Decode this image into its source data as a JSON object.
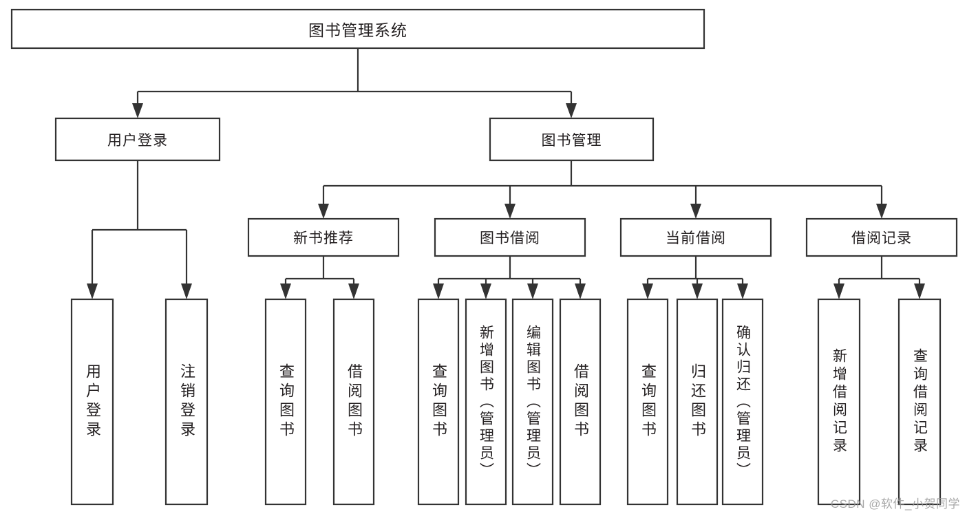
{
  "diagram": {
    "type": "tree",
    "title": "图书管理系统",
    "root": {
      "id": "root",
      "label": "图书管理系统"
    },
    "level2": [
      {
        "id": "user-login",
        "label": "用户登录"
      },
      {
        "id": "book-manage",
        "label": "图书管理"
      }
    ],
    "level3": [
      {
        "id": "new-book-recommend",
        "label": "新书推荐",
        "parent": "book-manage"
      },
      {
        "id": "book-borrow",
        "label": "图书借阅",
        "parent": "book-manage"
      },
      {
        "id": "current-borrow",
        "label": "当前借阅",
        "parent": "book-manage"
      },
      {
        "id": "borrow-record",
        "label": "借阅记录",
        "parent": "book-manage"
      }
    ],
    "leaves": [
      {
        "id": "leaf-user-login",
        "label": "用户登录",
        "parent": "user-login"
      },
      {
        "id": "leaf-logout",
        "label": "注销登录",
        "parent": "user-login"
      },
      {
        "id": "leaf-query-book-1",
        "label": "查询图书",
        "parent": "new-book-recommend"
      },
      {
        "id": "leaf-borrow-book-1",
        "label": "借阅图书",
        "parent": "new-book-recommend"
      },
      {
        "id": "leaf-query-book-2",
        "label": "查询图书",
        "parent": "book-borrow"
      },
      {
        "id": "leaf-add-book",
        "label": "新增图书（管理员）",
        "parent": "book-borrow"
      },
      {
        "id": "leaf-edit-book",
        "label": "编辑图书（管理员）",
        "parent": "book-borrow"
      },
      {
        "id": "leaf-borrow-book-2",
        "label": "借阅图书",
        "parent": "book-borrow"
      },
      {
        "id": "leaf-query-book-3",
        "label": "查询图书",
        "parent": "current-borrow"
      },
      {
        "id": "leaf-return-book",
        "label": "归还图书",
        "parent": "current-borrow"
      },
      {
        "id": "leaf-confirm-return",
        "label": "确认归还（管理员）",
        "parent": "current-borrow"
      },
      {
        "id": "leaf-add-record",
        "label": "新增借阅记录",
        "parent": "borrow-record"
      },
      {
        "id": "leaf-query-record",
        "label": "查询借阅记录",
        "parent": "borrow-record"
      }
    ],
    "colors": {
      "stroke": "#333333",
      "box_fill": "#ffffff",
      "text": "#231f20",
      "background": "#ffffff",
      "watermark": "#9a9a9a"
    }
  },
  "watermark": {
    "text": "CSDN @软件_小贺同学"
  }
}
